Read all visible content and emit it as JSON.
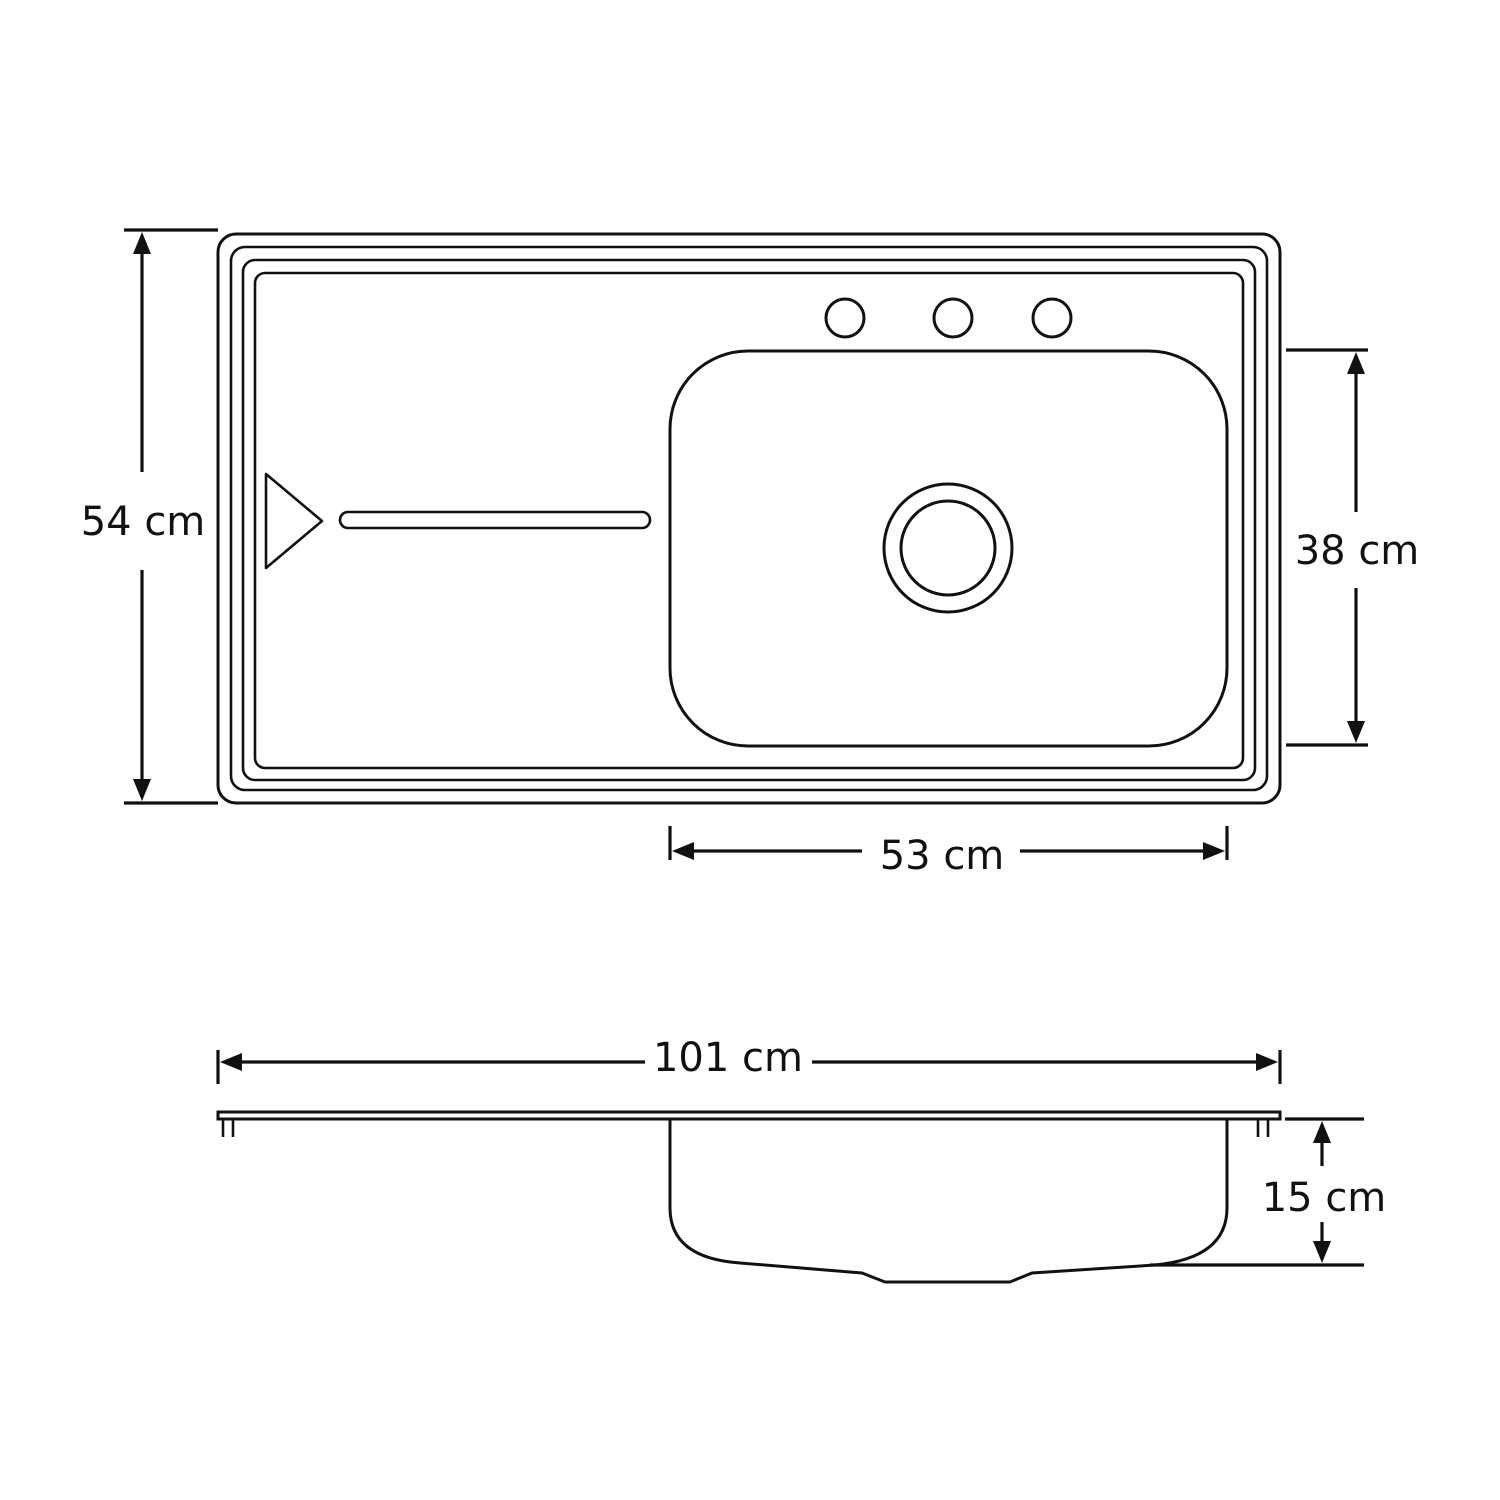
{
  "dimensions": {
    "overall_depth": "54 cm",
    "bowl_depth": "38 cm",
    "bowl_width": "53 cm",
    "overall_width": "101 cm",
    "bowl_height": "15 cm"
  },
  "colors": {
    "line": "#111111",
    "background": "#ffffff"
  }
}
